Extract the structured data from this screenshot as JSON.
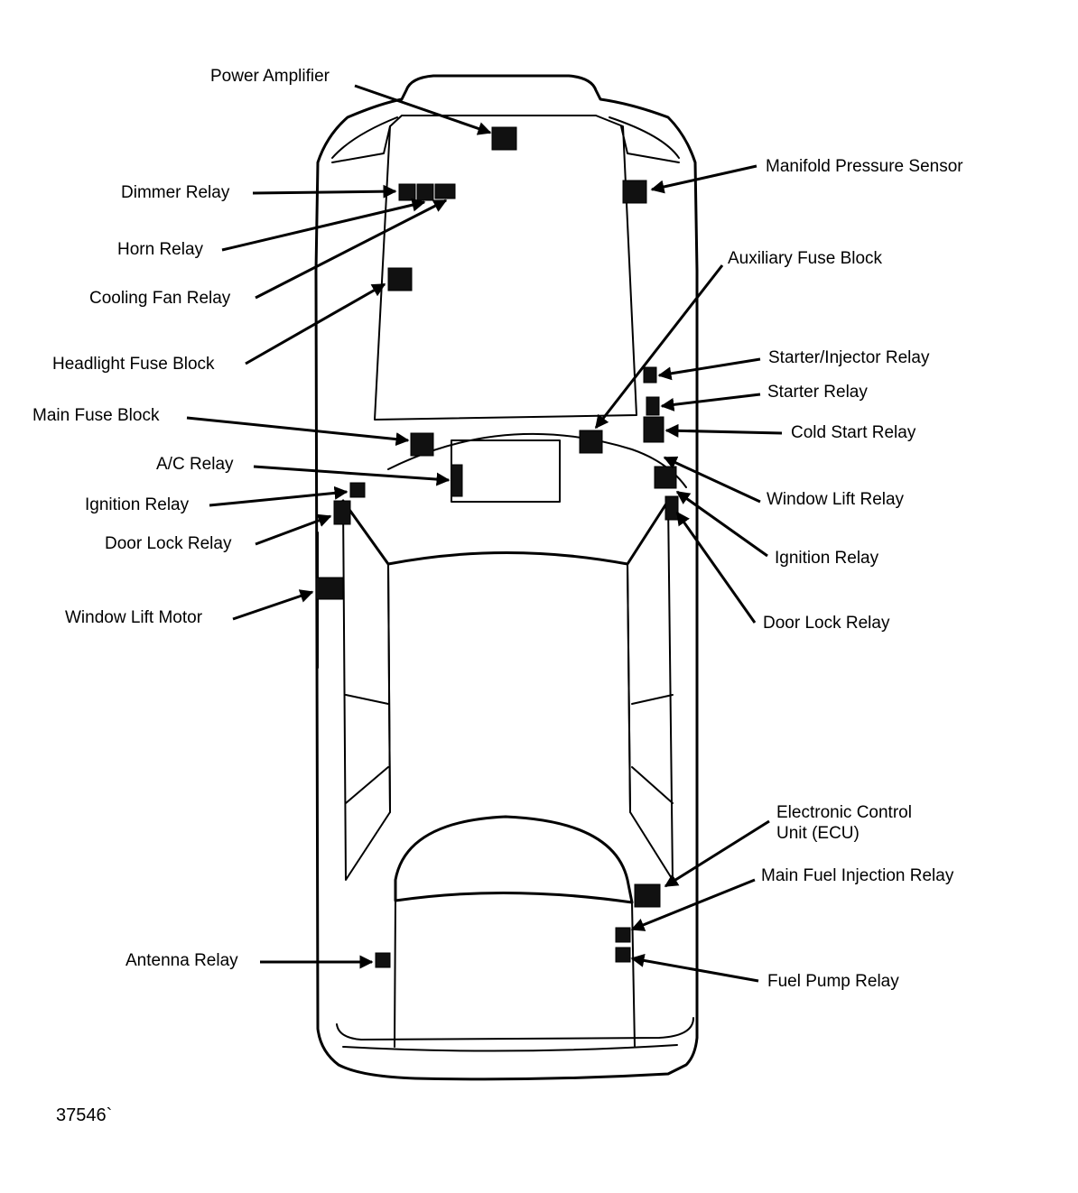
{
  "figure_number": "37546`",
  "labels": {
    "power_amplifier": "Power Amplifier",
    "dimmer_relay": "Dimmer Relay",
    "horn_relay": "Horn Relay",
    "cooling_fan_relay": "Cooling Fan Relay",
    "headlight_fuse_block": "Headlight Fuse Block",
    "main_fuse_block": "Main Fuse Block",
    "ac_relay": "A/C Relay",
    "ignition_relay_left": "Ignition Relay",
    "door_lock_relay_left": "Door Lock Relay",
    "window_lift_motor": "Window Lift Motor",
    "antenna_relay": "Antenna Relay",
    "manifold_pressure_sensor": "Manifold Pressure Sensor",
    "auxiliary_fuse_block": "Auxiliary Fuse Block",
    "starter_injector_relay": "Starter/Injector Relay",
    "starter_relay": "Starter Relay",
    "cold_start_relay": "Cold Start Relay",
    "window_lift_relay": "Window Lift Relay",
    "ignition_relay_right": "Ignition Relay",
    "door_lock_relay_right": "Door Lock Relay",
    "ecu_line1": "Electronic Control",
    "ecu_line2": "Unit (ECU)",
    "main_fuel_injection_relay": "Main Fuel Injection Relay",
    "fuel_pump_relay": "Fuel Pump Relay"
  }
}
